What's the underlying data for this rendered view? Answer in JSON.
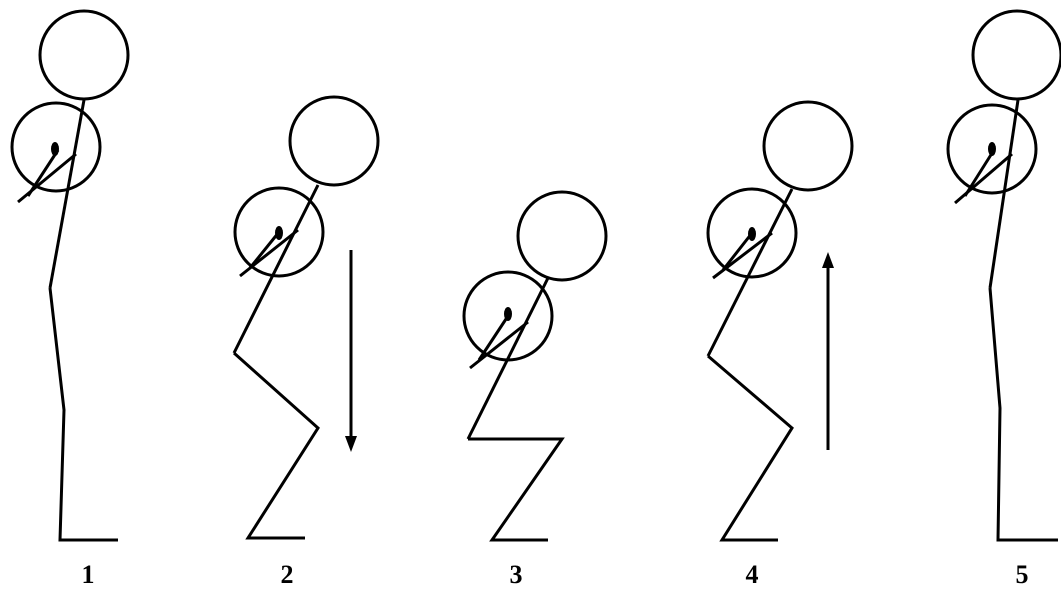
{
  "steps": [
    {
      "label": "1",
      "phase": "standing"
    },
    {
      "label": "2",
      "phase": "descending",
      "arrow": "down"
    },
    {
      "label": "3",
      "phase": "bottom"
    },
    {
      "label": "4",
      "phase": "ascending",
      "arrow": "up"
    },
    {
      "label": "5",
      "phase": "standing"
    }
  ],
  "colors": {
    "line": "#000000",
    "background": "#ffffff"
  }
}
